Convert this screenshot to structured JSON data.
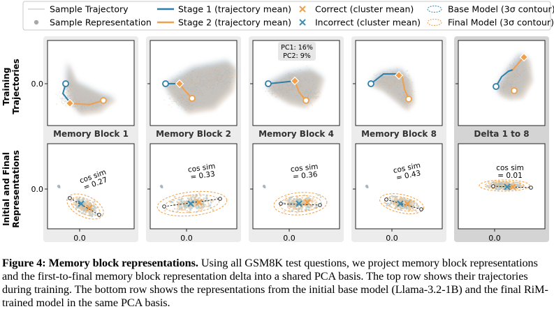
{
  "legend": {
    "sample_trajectory": "Sample Trajectory",
    "sample_representation": "Sample Representation",
    "stage1": "Stage 1 (trajectory mean)",
    "stage2": "Stage 2 (trajectory mean)",
    "correct": "Correct (cluster mean)",
    "incorrect": "Incorrect (cluster mean)",
    "base_model": "Base Model (3σ contour)",
    "final_model": "Final Model (3σ contour)"
  },
  "colors": {
    "stage1": "#2e7fa8",
    "stage2": "#f0a04b",
    "correct": "#f0a04b",
    "incorrect": "#3f8fb5",
    "cloud": "#9aa9b3",
    "panel_bg": "#ececec",
    "highlight_bg": "#d4d4d4"
  },
  "rows": {
    "top_label_1": "Training",
    "top_label_2": "Trajectories",
    "bottom_label_1": "Initial and Final",
    "bottom_label_2": "Representations"
  },
  "tick_y": "0.0",
  "tick_x": "0.0",
  "panels": [
    {
      "title": "Memory Block 1",
      "cos_1": "cos sim",
      "cos_2": "= 0.27",
      "cos_angle": -20,
      "highlight": false
    },
    {
      "title": "Memory Block 2",
      "cos_1": "cos sim",
      "cos_2": "= 0.33",
      "cos_angle": -8,
      "highlight": false
    },
    {
      "title": "Memory Block 4",
      "cos_1": "cos sim",
      "cos_2": "= 0.36",
      "cos_angle": -6,
      "highlight": false,
      "pc_1": "PC1: 16%",
      "pc_2": "PC2: 9%"
    },
    {
      "title": "Memory Block 8",
      "cos_1": "cos sim",
      "cos_2": "= 0.43",
      "cos_angle": -12,
      "highlight": false
    },
    {
      "title": "Delta 1 to 8",
      "cos_1": "cos sim",
      "cos_2": "= 0.01",
      "cos_angle": 0,
      "highlight": true
    }
  ],
  "caption": {
    "label": "Figure 4:",
    "title": "Memory block representations.",
    "body": "Using all GSM8K test questions, we project memory block representations and the first-to-final memory block representation delta into a shared PCA basis. The top row shows their trajectories during training. The bottom row shows the representations from the initial base model (Llama-3.2-1B) and the final RiM-trained model in the same PCA basis."
  }
}
